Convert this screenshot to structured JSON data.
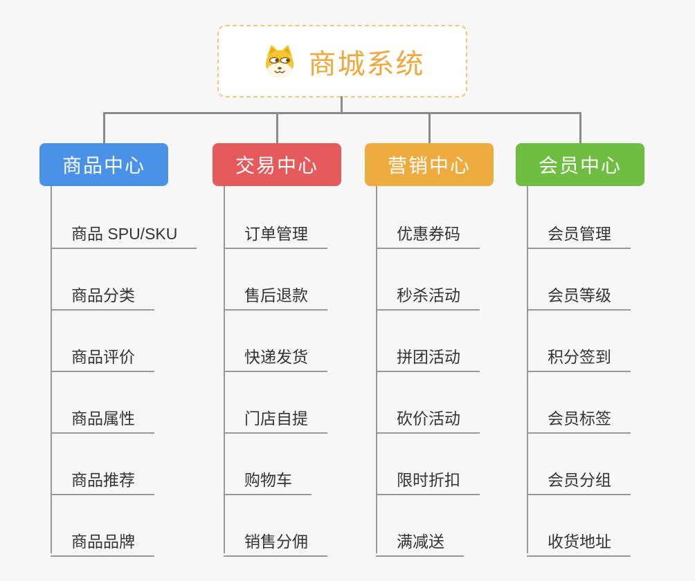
{
  "root": {
    "title": "商城系统",
    "icon": "dog-icon"
  },
  "colors": {
    "background": "#f7f7f7",
    "connector": "#8a8a8a",
    "item_line": "#979797",
    "item_text": "#333333",
    "root_border": "#f5c579",
    "root_text": "#f1a83b"
  },
  "branches": [
    {
      "label": "商品中心",
      "color": "#4a91e8",
      "items": [
        "商品 SPU/SKU",
        "商品分类",
        "商品评价",
        "商品属性",
        "商品推荐",
        "商品品牌"
      ]
    },
    {
      "label": "交易中心",
      "color": "#e55b5b",
      "items": [
        "订单管理",
        "售后退款",
        "快递发货",
        "门店自提",
        "购物车",
        "销售分佣"
      ]
    },
    {
      "label": "营销中心",
      "color": "#eeab40",
      "items": [
        "优惠券码",
        "秒杀活动",
        "拼团活动",
        "砍价活动",
        "限时折扣",
        "满减送"
      ]
    },
    {
      "label": "会员中心",
      "color": "#6fbe41",
      "items": [
        "会员管理",
        "会员等级",
        "积分签到",
        "会员标签",
        "会员分组",
        "收货地址"
      ]
    }
  ]
}
